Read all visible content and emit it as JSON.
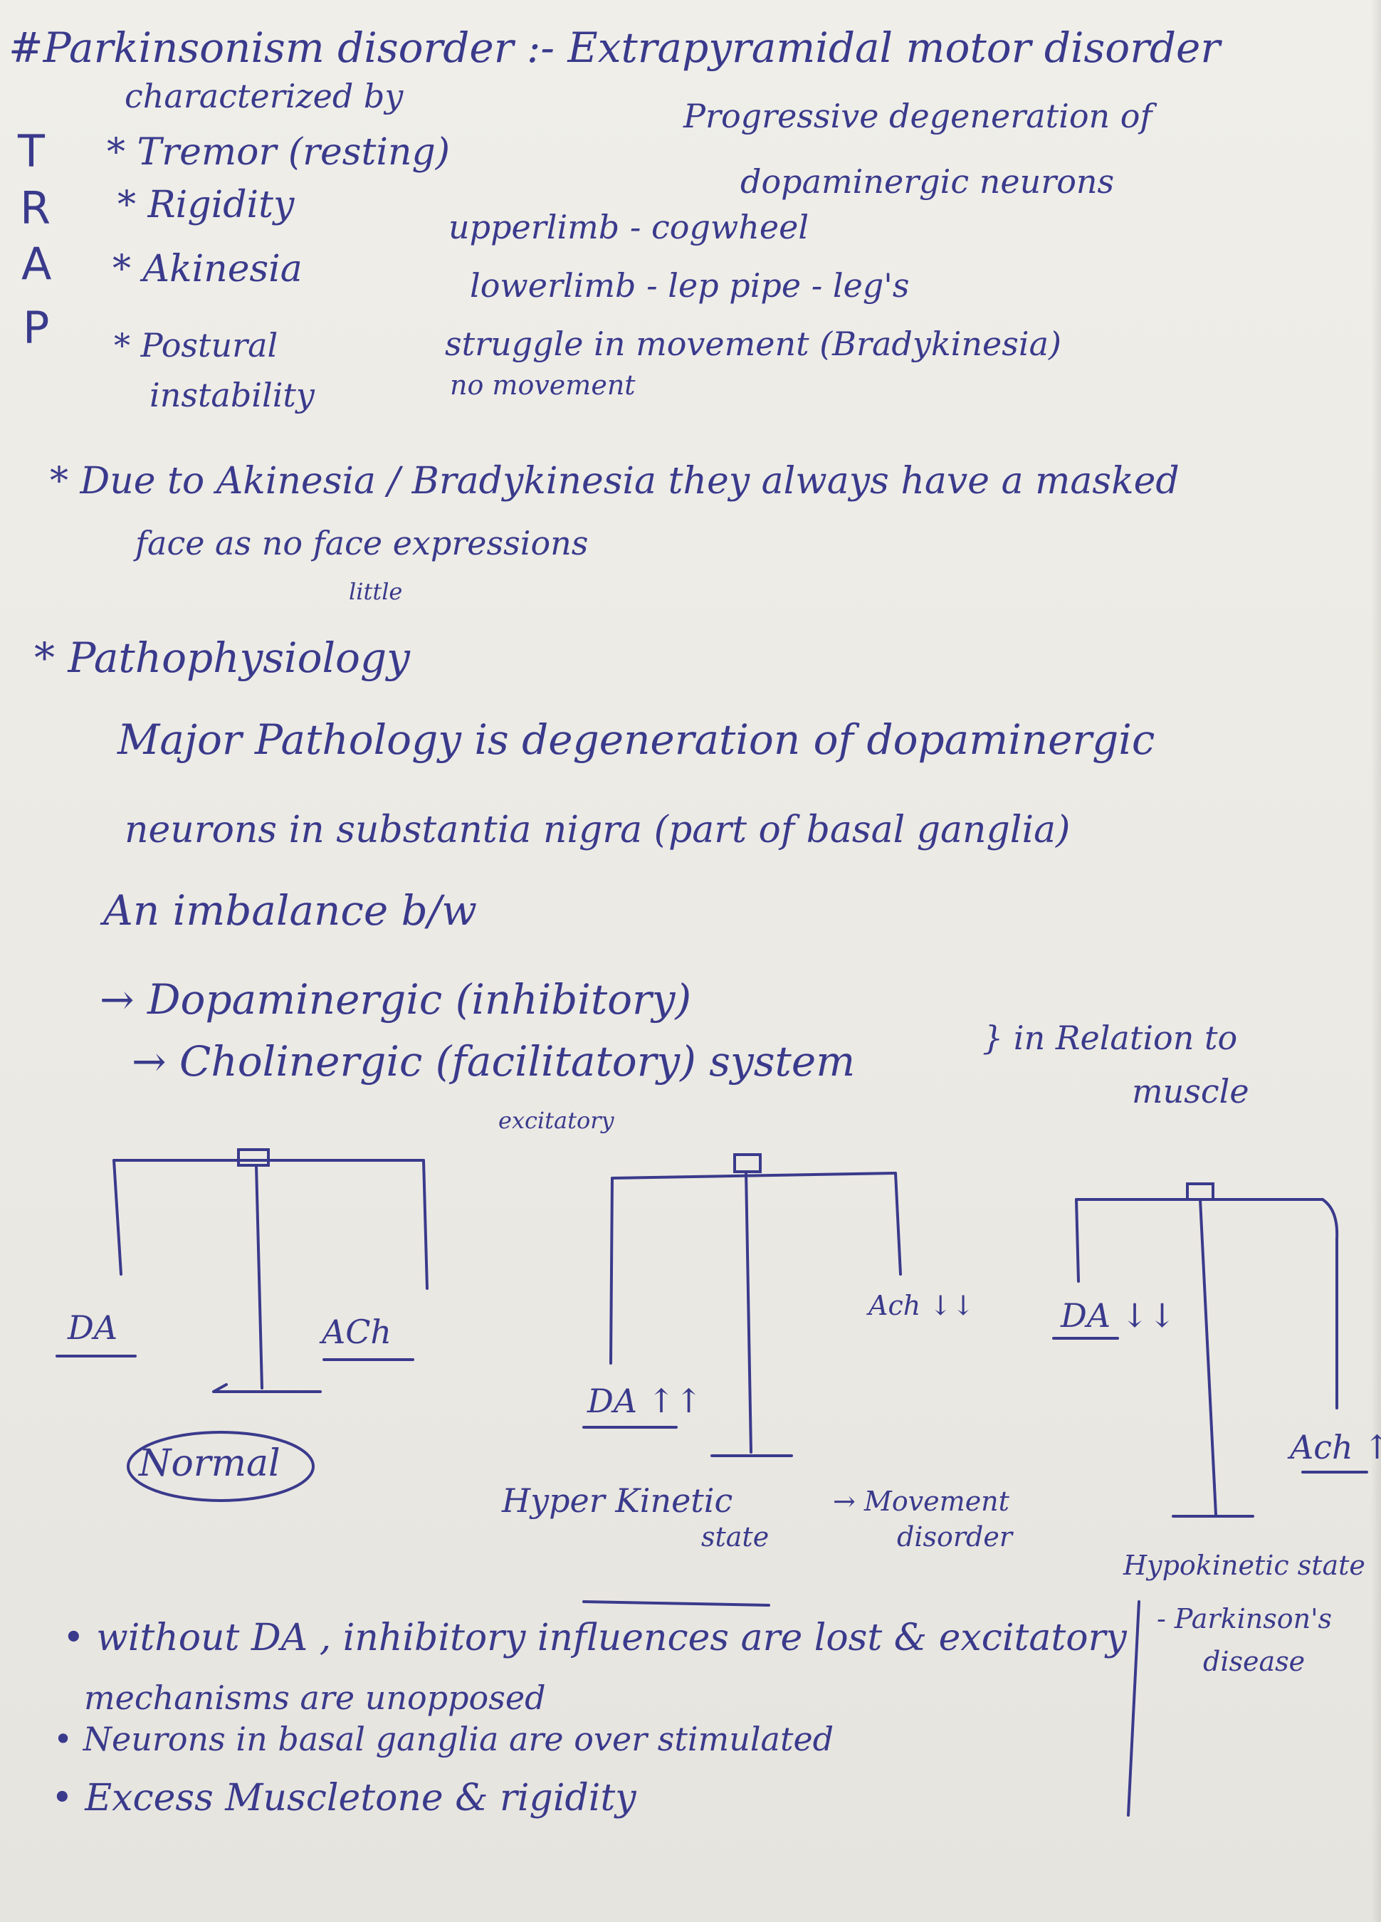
{
  "title": "#Parkinsonism disorder :- Extrapyramidal motor disorder",
  "characterized_by": "characterized by",
  "trap": {
    "letters": [
      "T",
      "R",
      "A",
      "P"
    ],
    "items": [
      "* Tremor (resting)",
      "* Rigidity",
      "* Akinesia",
      "* Postural",
      "instability"
    ],
    "progressive_note_line1": "Progressive degeneration of",
    "progressive_note_line2": "dopaminergic neurons",
    "rigidity_types": [
      "upperlimb - cogwheel",
      "lowerlimb - lep pipe - leg's",
      "struggle in movement (Bradykinesia)",
      "no movement"
    ]
  },
  "masked_face": {
    "line1": "* Due to Akinesia / Bradykinesia they always have a masked",
    "line2": "face as no face expressions",
    "insert": "little"
  },
  "pathophysiology": {
    "heading": "* Pathophysiology",
    "line1": "Major Pathology is degeneration of dopaminergic",
    "line2": "neurons in substantia nigra (part of basal ganglia)",
    "imbalance": "An imbalance b/w",
    "item1": "→ Dopaminergic (inhibitory)",
    "item2": "→ Cholinergic (facilitatory) system",
    "item2_sub": "excitatory",
    "relation_line1": "} in Relation to",
    "relation_line2": "muscle"
  },
  "diagrams": {
    "normal": {
      "left": "DA",
      "right": "ACh",
      "caption": "Normal"
    },
    "hyper": {
      "left": "DA ↑↑",
      "right": "Ach ↓↓",
      "caption_line1": "Hyper Kinetic",
      "caption_line2": "state",
      "note_line1": "→ Movement",
      "note_line2": "disorder"
    },
    "hypo": {
      "left": "DA ↓↓",
      "right": "Ach ↑↑",
      "caption_line1": "Hypokinetic state",
      "caption_line2": "- Parkinson's",
      "caption_line3": "disease"
    }
  },
  "bullets": {
    "line1": "• without DA , inhibitory influences are lost & excitatory",
    "line2": "mechanisms are unopposed",
    "line3": "• Neurons in basal ganglia are over stimulated",
    "line4": "• Excess Muscletone & rigidity"
  }
}
